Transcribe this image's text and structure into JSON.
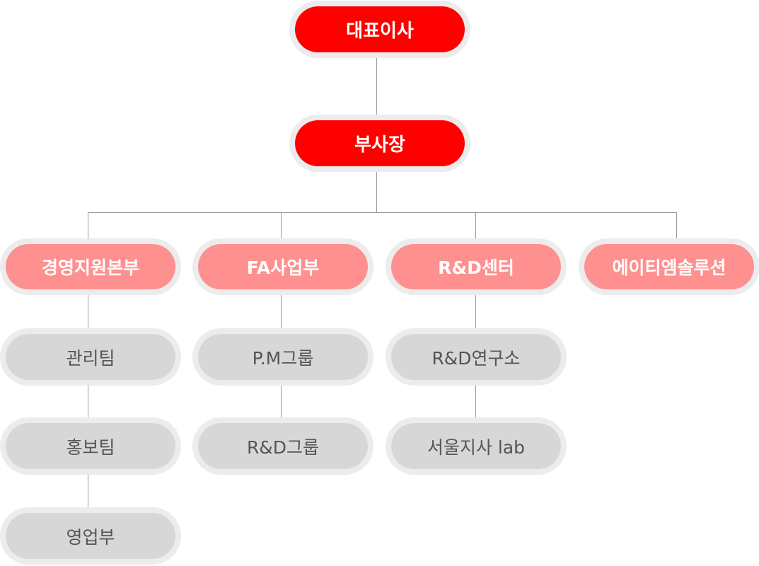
{
  "org": {
    "ceo": "대표이사",
    "vp": "부사장",
    "divisions": [
      {
        "label": "경영지원본부",
        "teams": [
          "관리팀",
          "홍보팀",
          "영업부"
        ]
      },
      {
        "label": "FA사업부",
        "teams": [
          "P.M그룹",
          "R&D그룹"
        ]
      },
      {
        "label": "R&D센터",
        "teams": [
          "R&D연구소",
          "서울지사 lab"
        ]
      },
      {
        "label": "에이티엠솔루션",
        "teams": []
      }
    ]
  },
  "colors": {
    "top_level": "#ff0000",
    "division": "#ff9090",
    "team": "#d7d7d7",
    "team_text": "#555555",
    "halo": "#ececec",
    "connector": "#9a9a9a"
  }
}
